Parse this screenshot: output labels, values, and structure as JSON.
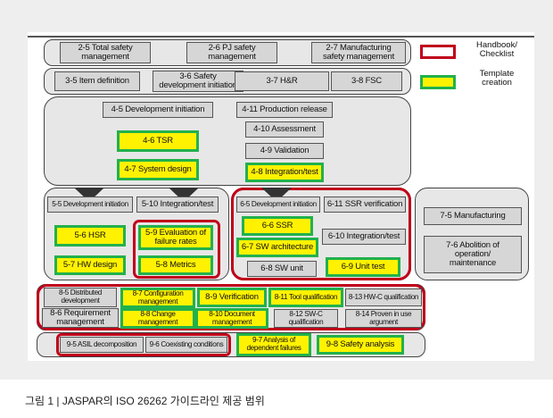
{
  "legend": {
    "handbook": "Handbook/\nChecklist",
    "template": "Template\ncreation"
  },
  "part2": {
    "total": "2-5 Total safety\nmanagement",
    "pj": "2-6 PJ safety\nmanagement",
    "mfg": "2-7 Manufacturing\nsafety management"
  },
  "part3": {
    "item": "3-5 Item definition",
    "init": "3-6 Safety\ndevelopment initiation",
    "hr": "3-7 H&R",
    "fsc": "3-8 FSC"
  },
  "part4": {
    "init": "4-5 Development initiation",
    "tsr": "4-6 TSR",
    "sys": "4-7 System design",
    "release": "4-11 Production release",
    "assess": "4-10 Assessment",
    "valid": "4-9 Validation",
    "integ": "4-8 Integration/test"
  },
  "part5": {
    "init": "5-5 Development initiation",
    "integ": "5-10 Integration/test",
    "hsr": "5-6 HSR",
    "hw": "5-7 HW design",
    "eval": "5-9 Evaluation of\nfailure rates",
    "metrics": "5-8 Metrics"
  },
  "part6": {
    "init": "6-5 Development initiation",
    "ssr_ver": "6-11 SSR verification",
    "ssr": "6-6 SSR",
    "arch": "6-7 SW architecture",
    "integ": "6-10 Integration/test",
    "unit": "6-8 SW unit",
    "unit_test": "6-9 Unit test"
  },
  "part7": {
    "mfg": "7-5 Manufacturing",
    "abolition": "7-6 Abolition of\noperation/\nmaintenance"
  },
  "part8": {
    "distributed": "8-5 Distributed\ndevelopment",
    "req": "8-6 Requirement\nmanagement",
    "config": "8-7 Configuration\nmanagement",
    "change": "8-8 Change\nmanagement",
    "verif": "8-9 Verification",
    "doc": "8-10 Document\nmanagement",
    "tool": "8-11 Tool qualification",
    "swc": "8-12 SW-C\nqualification",
    "hwc": "8-13 HW-C qualification",
    "proven": "8-14 Proven in use\nargument"
  },
  "part9": {
    "asil": "9-5 ASIL decomposition",
    "coexist": "9-6 Coexisting conditions",
    "dep": "9-7 Analysis of\ndependent failures",
    "safety": "9-8 Safety analysis"
  },
  "caption": "그림 1  |  JASPAR의 ISO 26262 가이드라인 제공 범위",
  "colors": {
    "handbook_border": "#c0001a",
    "template_border": "#22b14c",
    "template_fill": "#fff200"
  }
}
